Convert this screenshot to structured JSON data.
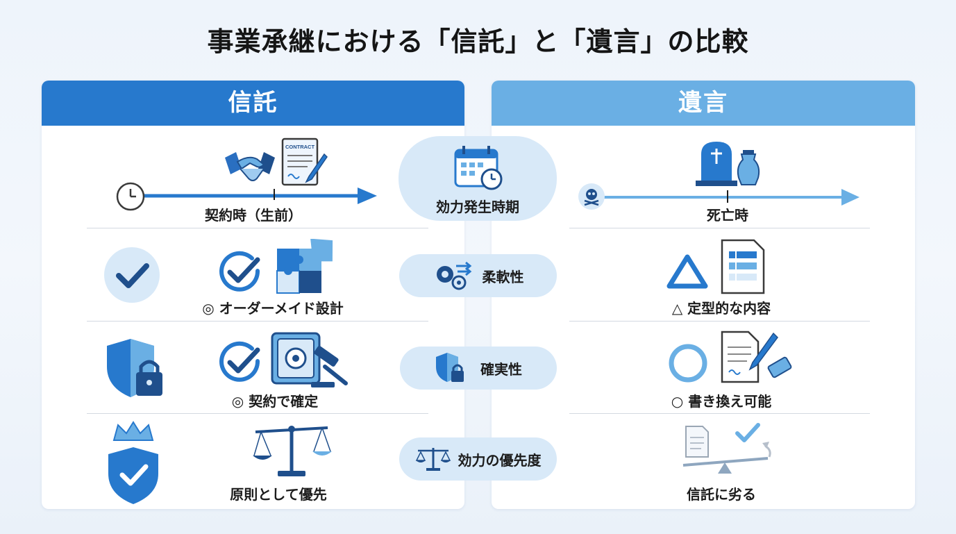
{
  "title": "事業承継における「信託」と「遺言」の比較",
  "left": {
    "header": "信託"
  },
  "right": {
    "header": "遺言"
  },
  "rows": [
    {
      "center": "効力発生時期",
      "trust": "契約時（生前）",
      "will": "死亡時"
    },
    {
      "center": "柔軟性",
      "trust": "◎ オーダーメイド設計",
      "will": "△ 定型的な内容"
    },
    {
      "center": "確実性",
      "trust": "◎ 契約で確定",
      "will": "○ 書き換え可能"
    },
    {
      "center": "効力の優先度",
      "trust": "原則として優先",
      "will": "信託に劣る"
    }
  ],
  "icons": {
    "contract_text": "CONTRACT"
  },
  "colors": {
    "trust_primary": "#2779cd",
    "will_primary": "#6aafe4",
    "pill_bg": "#d8e9f8",
    "dark_navy": "#1f4f8c"
  }
}
